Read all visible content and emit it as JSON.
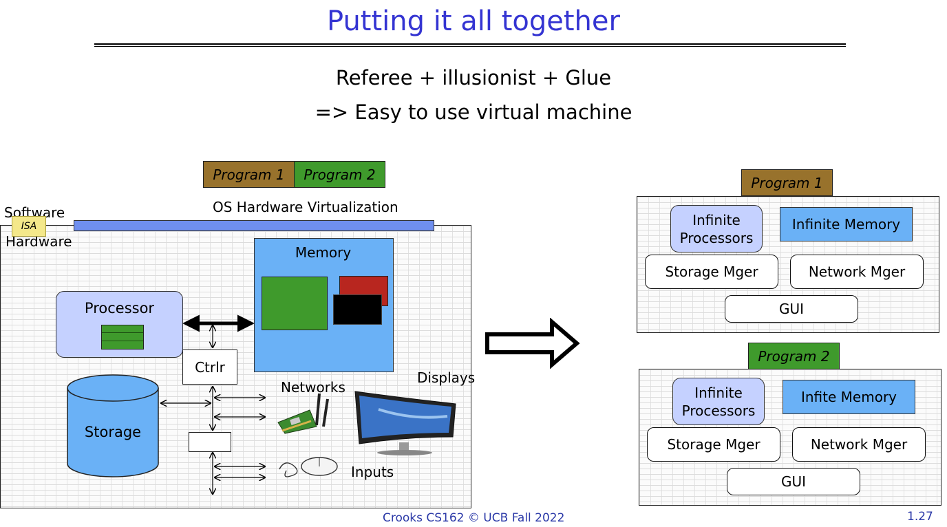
{
  "slide": {
    "title": "Putting it all together",
    "subtitle_line1": "Referee + illusionist + Glue",
    "subtitle_line2": "=> Easy to use virtual machine",
    "footer": "Crooks CS162 © UCB Fall 2022",
    "page_number": "1.27"
  },
  "left": {
    "program1": "Program 1",
    "program2": "Program 2",
    "virtualization_label": "OS Hardware Virtualization",
    "software_label": "Software",
    "isa_label": "ISA",
    "hardware_label": "Hardware",
    "memory_label": "Memory",
    "processor_label": "Processor",
    "ctrlr_label": "Ctrlr",
    "storage_label": "Storage",
    "networks_label": "Networks",
    "displays_label": "Displays",
    "inputs_label": "Inputs"
  },
  "right": {
    "top": {
      "program": "Program 1",
      "processors": "Infinite Processors",
      "memory": "Infinite Memory",
      "storage": "Storage Mger",
      "network": "Network Mger",
      "gui": "GUI"
    },
    "bottom": {
      "program": "Program 2",
      "processors": "Infinite Processors",
      "memory": "Infite Memory",
      "storage": "Storage Mger",
      "network": "Network Mger",
      "gui": "GUI"
    }
  },
  "colors": {
    "title": "#3434d2",
    "program1_fill": "#98722c",
    "program2_fill": "#3f9a2c",
    "processor_fill": "#c5d1ff",
    "memory_fill": "#6ab1f6",
    "isa_fill": "#f4e88a",
    "virtualization_bar": "#6f8fef"
  }
}
